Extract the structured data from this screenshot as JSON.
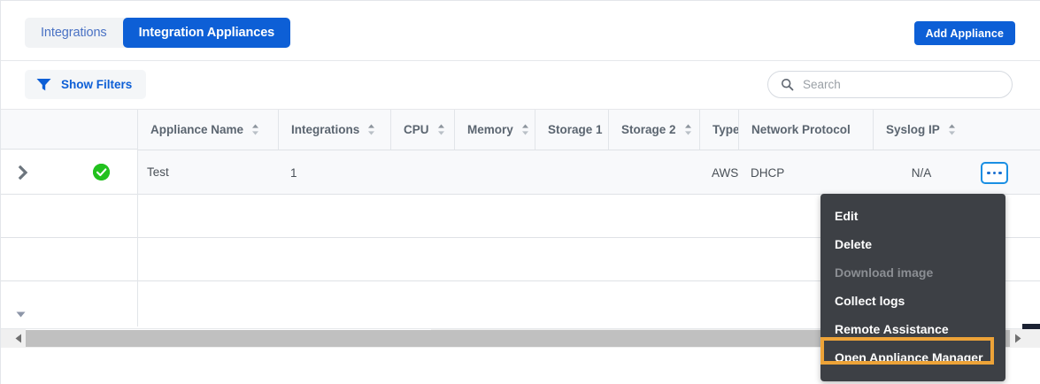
{
  "tabs": {
    "items": [
      {
        "label": "Integrations",
        "active": false
      },
      {
        "label": "Integration Appliances",
        "active": true
      }
    ],
    "add_button": "Add Appliance"
  },
  "toolbar": {
    "show_filters": "Show Filters",
    "filter_icon": "funnel-icon",
    "search": {
      "icon": "search-icon",
      "placeholder": "Search",
      "value": ""
    }
  },
  "table": {
    "columns": [
      {
        "label": "Appliance Name",
        "sortable": true
      },
      {
        "label": "Integrations",
        "sortable": true
      },
      {
        "label": "CPU",
        "sortable": true
      },
      {
        "label": "Memory",
        "sortable": true
      },
      {
        "label": "Storage 1",
        "sortable": false
      },
      {
        "label": "Storage 2",
        "sortable": true
      },
      {
        "label": "Type",
        "sortable": false
      },
      {
        "label": "Network Protocol",
        "sortable": true
      },
      {
        "label": "Syslog IP",
        "sortable": true
      }
    ],
    "rows": [
      {
        "expander": "chevron-right-icon",
        "status": "status-ok-icon",
        "appliance_name": "Test",
        "integrations": "1",
        "cpu": "",
        "memory": "",
        "storage1": "",
        "storage2": "",
        "type": "AWS",
        "network_protocol": "DHCP",
        "syslog_ip": "N/A",
        "actions": "kebab-menu-icon"
      }
    ],
    "empty_rows": 3
  },
  "context_menu": {
    "items": [
      {
        "label": "Edit",
        "disabled": false,
        "highlighted": false
      },
      {
        "label": "Delete",
        "disabled": false,
        "highlighted": false
      },
      {
        "label": "Download image",
        "disabled": true,
        "highlighted": false
      },
      {
        "label": "Collect logs",
        "disabled": false,
        "highlighted": false
      },
      {
        "label": "Remote Assistance",
        "disabled": false,
        "highlighted": false
      },
      {
        "label": "Open Appliance Manager",
        "disabled": false,
        "highlighted": true
      }
    ]
  },
  "scrollbar": {
    "left_arrow": "triangle-left-icon",
    "right_arrow": "triangle-right-icon"
  },
  "colors": {
    "accent_blue": "#0d5fd6",
    "status_green": "#22c11e",
    "highlight_orange": "#eda338",
    "menu_background": "#3d4045",
    "focus_ring": "#1a8fe3"
  }
}
